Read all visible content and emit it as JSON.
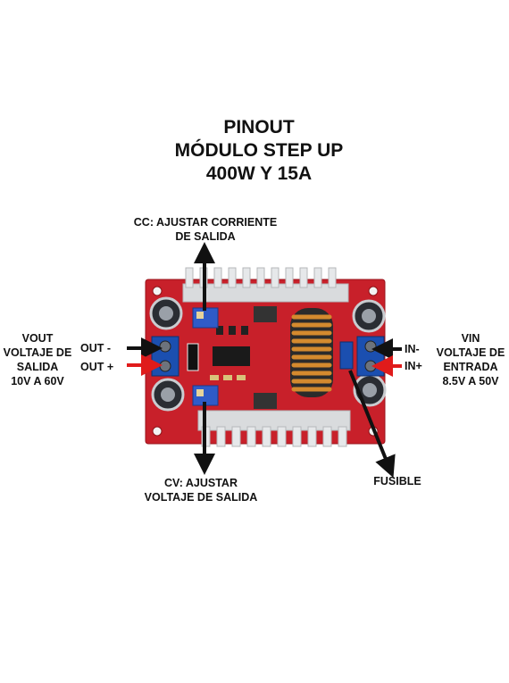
{
  "title": {
    "line1": "PINOUT",
    "line2": "MÓDULO STEP UP",
    "line3": "400W Y 15A"
  },
  "labels": {
    "cc_line1": "CC: AJUSTAR CORRIENTE",
    "cc_line2": "DE SALIDA",
    "vout_line1": "VOUT",
    "vout_line2": "VOLTAJE DE",
    "vout_line3": "SALIDA",
    "vout_line4": "10V A 60V",
    "out_minus": "OUT -",
    "out_plus": "OUT +",
    "in_minus": "IN-",
    "in_plus": "IN+",
    "vin_line1": "VIN",
    "vin_line2": "VOLTAJE DE",
    "vin_line3": "ENTRADA",
    "vin_line4": "8.5V A 50V",
    "cv_line1": "CV:  AJUSTAR",
    "cv_line2": "VOLTAJE DE SALIDA",
    "fusible": "FUSIBLE"
  },
  "colors": {
    "pcb": "#c8202a",
    "heatsink": "#e2e4e6",
    "terminal": "#1b4fb0",
    "arrow_black": "#111111",
    "arrow_red": "#e01b1b"
  }
}
